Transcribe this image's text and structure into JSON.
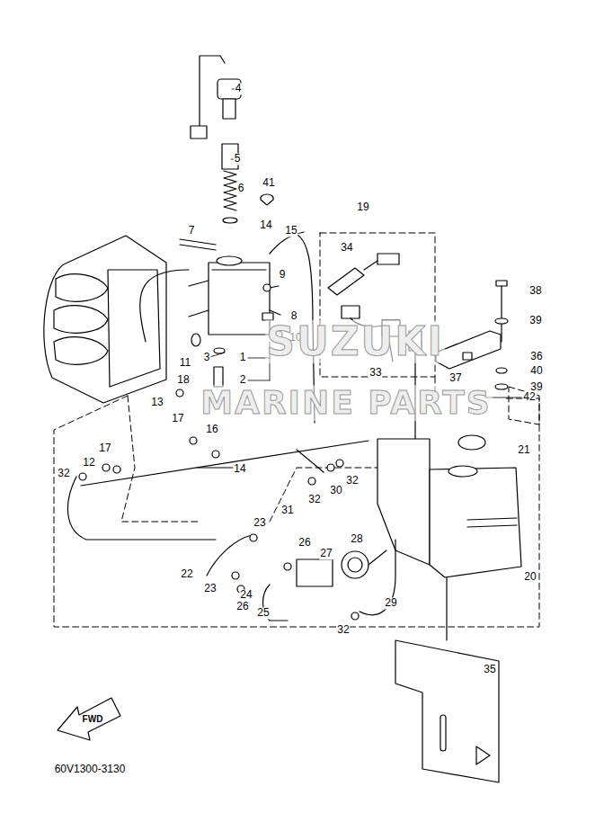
{
  "diagram": {
    "labels": [
      "4",
      "5",
      "6",
      "41",
      "19",
      "7",
      "14",
      "15",
      "34",
      "9",
      "38",
      "8",
      "39",
      "10",
      "36",
      "3",
      "1",
      "11",
      "40",
      "33",
      "37",
      "2",
      "18",
      "39",
      "42",
      "SUZUKI",
      "MARINE PARTS",
      "13",
      "17",
      "16",
      "17",
      "21",
      "12",
      "32",
      "14",
      "32",
      "30",
      "32",
      "31",
      "23",
      "28",
      "26",
      "27",
      "22",
      "20",
      "23",
      "24",
      "29",
      "26",
      "25",
      "32",
      "35",
      "FWD",
      "60V1300-3130"
    ]
  }
}
